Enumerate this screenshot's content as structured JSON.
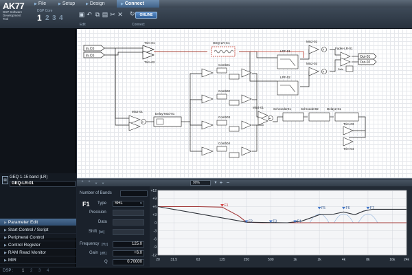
{
  "app": {
    "title": "AK77",
    "subtitle_lines": [
      "DSP Software",
      "Development",
      "Tool"
    ]
  },
  "menu": {
    "items": [
      {
        "label": "File"
      },
      {
        "label": "Setup"
      },
      {
        "label": "Design"
      },
      {
        "label": "Connect"
      }
    ],
    "active_index": 3
  },
  "toolbar": {
    "dsp_core_label": "DSP Core",
    "dsp_cores": [
      "1",
      "2",
      "3",
      "4"
    ],
    "selected_core": "1",
    "edit_label": "Edit",
    "connect_label": "Connect",
    "online_label": "ONLINE"
  },
  "sidebar": {
    "module_name": "GEQ 1-15 band (LR)",
    "module_id": "GEQ-LR-01",
    "items": [
      {
        "label": "Parameter Edit"
      },
      {
        "label": "Start Control / Script"
      },
      {
        "label": "Peripheral Control"
      },
      {
        "label": "Control Register"
      },
      {
        "label": "RAM Read Monitor"
      },
      {
        "label": "MIR"
      }
    ],
    "active_index": 0
  },
  "diagram": {
    "inputs": [
      "In-C0",
      "In-C0"
    ],
    "blocks": {
      "trim01": "Trim-01",
      "trim02": "Trim-02",
      "geq": "GEQ-LR-C1",
      "mix201": "Mix2-01",
      "delay": "Delay-Mod-01",
      "comb01": "Comb01",
      "comb02": "Comb02",
      "comb03": "Comb03",
      "comb04": "Comb04",
      "mix401": "Mix4-01",
      "schroeder01": "Schroeder01",
      "schroeder02": "Schroeder02",
      "delay201": "Delay2-01",
      "trim03": "Trim-03",
      "trim04": "Trim-04",
      "lpf01": "LPF-01",
      "lpf02": "LPF-02",
      "mix202": "Mix2-02",
      "mix203": "Mix2-03",
      "fader": "Fader-LR-01",
      "dele": "Dele"
    },
    "outputs": [
      "Out-01",
      "Out-02"
    ]
  },
  "canvas_toolbar": {
    "zoom": "90%",
    "zoom_in": "+",
    "zoom_out": "−"
  },
  "params": {
    "number_of_bands_label": "Number of Bands",
    "band_label": "F1",
    "type_label": "Type",
    "type_value": "SHL",
    "precision_label": "Precision",
    "data_label": "Data",
    "shift_label": "Shift",
    "shift_unit": "[bit]",
    "frequency_label": "Frequency",
    "frequency_unit": "[Hz]",
    "frequency_value": "125.0",
    "gain_label": "Gain",
    "gain_unit": "[dB]",
    "gain_value": "+6.0",
    "q_label": "Q",
    "q_value": "0.70000"
  },
  "chart_data": {
    "type": "line",
    "x_scale": "log",
    "x_tick_labels": [
      "20",
      "31.5",
      "63",
      "125",
      "250",
      "500",
      "1k",
      "2k",
      "4k",
      "8k",
      "16k",
      "24k"
    ],
    "x_tick_values": [
      20,
      31.5,
      63,
      125,
      250,
      500,
      1000,
      2000,
      4000,
      8000,
      16000,
      24000
    ],
    "y_tick_labels": [
      "+12",
      "+9",
      "+6",
      "+3",
      "0",
      "-3",
      "-6",
      "-9",
      "-12"
    ],
    "ylim": [
      -12,
      12
    ],
    "grid": true,
    "series": [
      {
        "color": "#a33a3a",
        "x": [
          20,
          63,
          125,
          200,
          250,
          400,
          1000,
          24000
        ],
        "y": [
          6.0,
          6.0,
          5.8,
          2.5,
          0.2,
          0.0,
          0.0,
          0.0
        ]
      },
      {
        "color": "#2b2f36",
        "x": [
          20,
          250,
          800,
          1200,
          1500,
          2000,
          3000,
          4000,
          5500,
          7000,
          9000,
          12000,
          24000
        ],
        "y": [
          6.0,
          0.2,
          0.0,
          0.6,
          1.6,
          3.0,
          3.2,
          4.0,
          3.0,
          4.3,
          5.0,
          5.0,
          5.0
        ]
      }
    ],
    "band_markers": [
      {
        "label": "F1",
        "x": 125,
        "y": 6.0,
        "color": "#d33a3a"
      },
      {
        "label": "F2",
        "x": 250,
        "y": 0.0,
        "color": "#3f74c8"
      },
      {
        "label": "F3",
        "x": 500,
        "y": 0.0,
        "color": "#3f74c8"
      },
      {
        "label": "F4",
        "x": 1000,
        "y": 0.0,
        "color": "#3f74c8"
      },
      {
        "label": "F5",
        "x": 2000,
        "y": 5.0,
        "color": "#3f74c8"
      },
      {
        "label": "F6",
        "x": 4000,
        "y": 5.0,
        "color": "#3f74c8"
      },
      {
        "label": "F7",
        "x": 8000,
        "y": 5.0,
        "color": "#3f74c8"
      }
    ]
  },
  "statusbar": {
    "dsp_label": "DSP :",
    "cores": [
      "1",
      "2",
      "3",
      "4"
    ],
    "selected_core": "1"
  }
}
